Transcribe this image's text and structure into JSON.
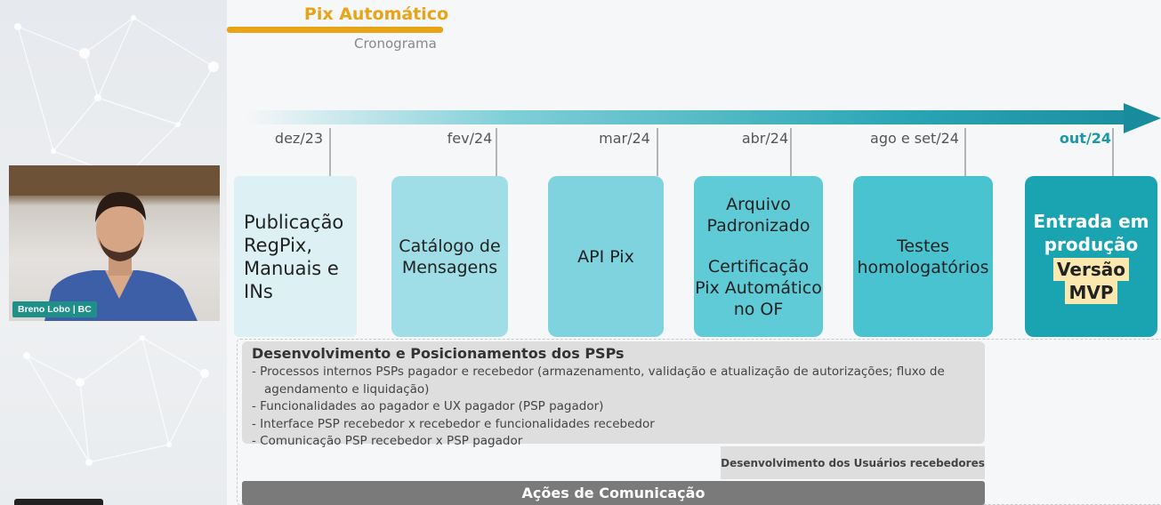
{
  "slide": {
    "title": "Pix Automático",
    "subtitle": "Cronograma",
    "timeline": [
      {
        "date": "dez/23",
        "lines": [
          "Publicação",
          "RegPix,",
          "Manuais e",
          "INs"
        ]
      },
      {
        "date": "fev/24",
        "lines": [
          "Catálogo de",
          "Mensagens"
        ]
      },
      {
        "date": "mar/24",
        "lines": [
          "API Pix"
        ]
      },
      {
        "date": "abr/24",
        "lines": [
          "Arquivo",
          "Padronizado",
          "Certificação",
          "Pix Automático",
          "no OF"
        ]
      },
      {
        "date": "ago e set/24",
        "lines": [
          "Testes",
          "homologatórios"
        ]
      },
      {
        "date": "out/24",
        "lines": [
          "Entrada em",
          "produção",
          "Versão",
          "MVP"
        ]
      }
    ],
    "development": {
      "title": "Desenvolvimento e Posicionamentos dos PSPs",
      "items": [
        "- Processos internos PSPs pagador e recebedor (armazenamento, validação e atualização  de autorizações; fluxo de agendamento e liquidação)",
        "- Funcionalidades ao pagador e UX pagador (PSP pagador)",
        "- Interface PSP recebedor x recebedor e funcionalidades recebedor",
        "- Comunicação PSP recebedor x PSP pagador"
      ]
    },
    "receivers_dev": "Desenvolvimento dos Usuários recebedores",
    "communication": "Ações de Comunicação"
  },
  "webcam": {
    "name": "Breno Lobo | BC"
  },
  "colors": {
    "accent_orange": "#e8a317",
    "teal_dark": "#1aa3b0",
    "highlight": "#fbe8ae"
  }
}
